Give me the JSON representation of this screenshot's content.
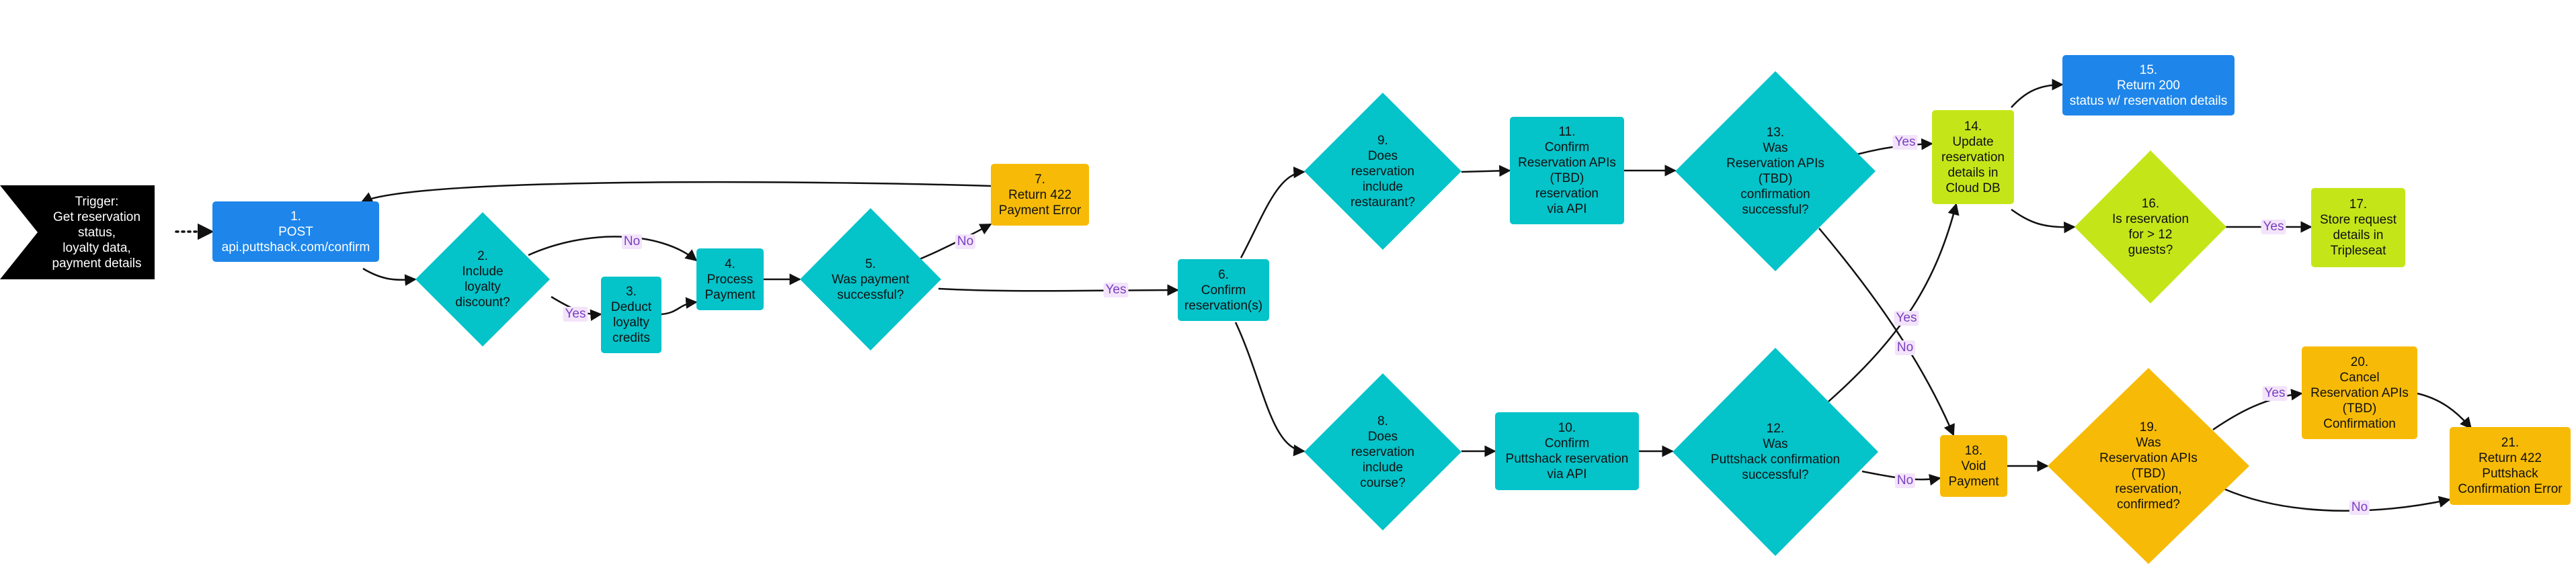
{
  "nodes": {
    "trigger": "Trigger:\nGet reservation\nstatus,\nloyalty data,\npayment details",
    "n1": "1.\nPOST\napi.puttshack.com/confirm",
    "n2": "2.\nInclude\nloyalty\ndiscount?",
    "n3": "3.\nDeduct\nloyalty\ncredits",
    "n4": "4.\nProcess\nPayment",
    "n5": "5.\nWas payment\nsuccessful?",
    "n6": "6.\nConfirm\nreservation(s)",
    "n7": "7.\nReturn 422\nPayment Error",
    "n8": "8.\nDoes\nreservation\ninclude\ncourse?",
    "n9": "9.\nDoes\nreservation\ninclude\nrestaurant?",
    "n10": "10.\nConfirm\nPuttshack reservation\nvia API",
    "n11": "11.\nConfirm\nReservation APIs\n(TBD)\nreservation\nvia API",
    "n12": "12.\nWas\nPuttshack confirmation\nsuccessful?",
    "n13": "13.\nWas\nReservation APIs\n(TBD)\nconfirmation\nsuccessful?",
    "n14": "14.\nUpdate\nreservation\ndetails in\nCloud DB",
    "n15": "15.\nReturn 200\nstatus w/ reservation details",
    "n16": "16.\nIs reservation\nfor > 12\nguests?",
    "n17": "17.\nStore request\ndetails in\nTripleseat",
    "n18": "18.\nVoid\nPayment",
    "n19": "19.\nWas\nReservation APIs\n(TBD)\nreservation,\nconfirmed?",
    "n20": "20.\nCancel\nReservation APIs\n(TBD)\nConfirmation",
    "n21": "21.\nReturn 422\nPuttshack\nConfirmation Error"
  },
  "edge_labels": {
    "n2_no": "No",
    "n2_yes": "Yes",
    "n5_no": "No",
    "n5_yes": "Yes",
    "n12_yes": "Yes",
    "n12_no": "No",
    "n13_yes": "Yes",
    "n13_no": "No",
    "n16_yes": "Yes",
    "n19_yes": "Yes",
    "n19_no": "No"
  },
  "colors": {
    "blue": "#1e86ea",
    "teal": "#04c3c9",
    "amber": "#f7bb07",
    "lime": "#c4e619",
    "trigger": "#000000",
    "edge_label_text": "#7a3fc0",
    "edge_label_bg": "#f3e4fb"
  }
}
